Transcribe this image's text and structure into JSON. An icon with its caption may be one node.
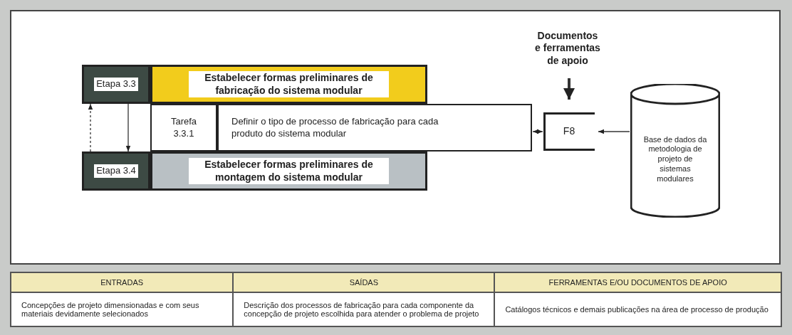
{
  "diagram": {
    "nodes": [
      {
        "text": [
          "Etapa 3.3"
        ]
      },
      {
        "text": [
          "Estabelecer formas preliminares de fabricação do sistema modular"
        ]
      },
      {
        "text": [
          "Tarefa 3.3.1"
        ]
      },
      {
        "text": [
          "Definir o tipo de processo de fabricação para cada produto do sistema modular"
        ]
      },
      {
        "text": [
          "Etapa 3.4"
        ]
      },
      {
        "text": [
          "Estabelecer formas preliminares de montagem do sistema modular"
        ]
      },
      {
        "text": [
          "Documentos e ferramentas de apoio"
        ]
      },
      {
        "text": [
          "F8"
        ]
      },
      {
        "text": [
          "Base de dados da metodologia de projeto de sistemas modulares"
        ]
      }
    ],
    "edges": [
      {
        "from": 0,
        "to": 4,
        "arrow": "to"
      },
      {
        "from": 4,
        "to": 0,
        "arrow": "to",
        "style": "dashed"
      },
      {
        "from": 3,
        "to": 7,
        "arrow": "both"
      },
      {
        "from": 6,
        "to": 7,
        "arrow": "to",
        "style": "thick"
      },
      {
        "from": 8,
        "to": 7,
        "arrow": "to"
      }
    ],
    "labels": [
      "ENTRADAS",
      "SAÍDAS",
      "FERRAMENTAS E/OU DOCUMENTOS DE APOIO",
      "Concepções de projeto dimensionadas e com seus materiais devidamente selecionados",
      "Descrição dos processos de fabricação para cada componente da concepção de projeto escolhida para atender o problema de projeto",
      "Catálogos técnicos e demais publicações na área de processo de produção"
    ]
  }
}
